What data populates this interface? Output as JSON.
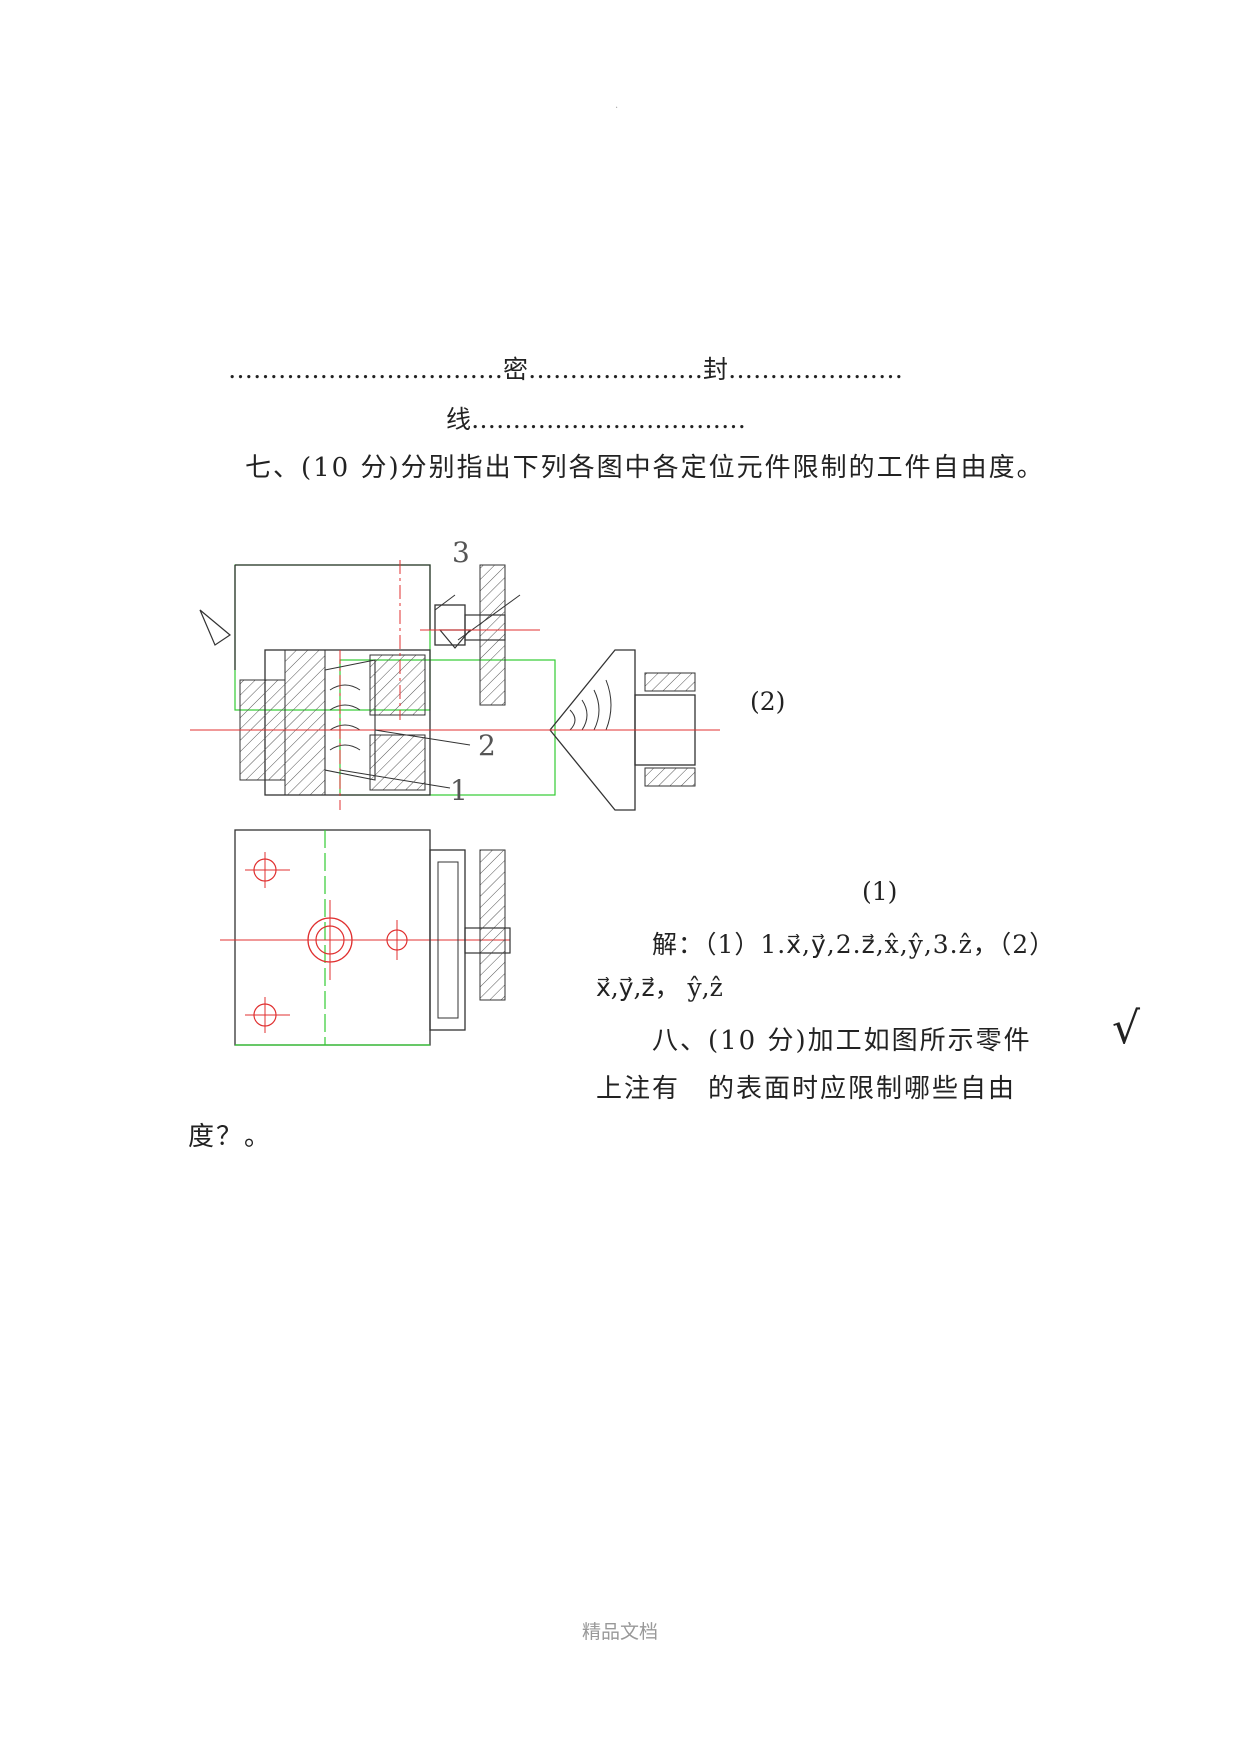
{
  "header": {
    "mark": "."
  },
  "seal_line": {
    "line1": "……………………………密…………………封…………………",
    "line2": "线……………………………"
  },
  "question7": {
    "text": "七、(10 分)分别指出下列各图中各定位元件限制的工件自由度。",
    "figure2_label": "(2)",
    "figure1_label": "(1)",
    "part_labels": [
      "3",
      "2",
      "1"
    ]
  },
  "answer": {
    "line1": "解：（1）1.x⃗,y⃗,2.z⃗,x̂,ŷ,3.ẑ，（2）",
    "line2": "x⃗,y⃗,z⃗， ŷ,ẑ"
  },
  "question8": {
    "line1": "八、(10 分)加工如图所示零件",
    "line2": "上注有　的表面时应限制哪些自由",
    "line3": "度？。",
    "surface_mark": "√"
  },
  "footer": {
    "text": "精品文档"
  },
  "colors": {
    "outline": "#333333",
    "green": "#33cc33",
    "red": "#e03030"
  }
}
